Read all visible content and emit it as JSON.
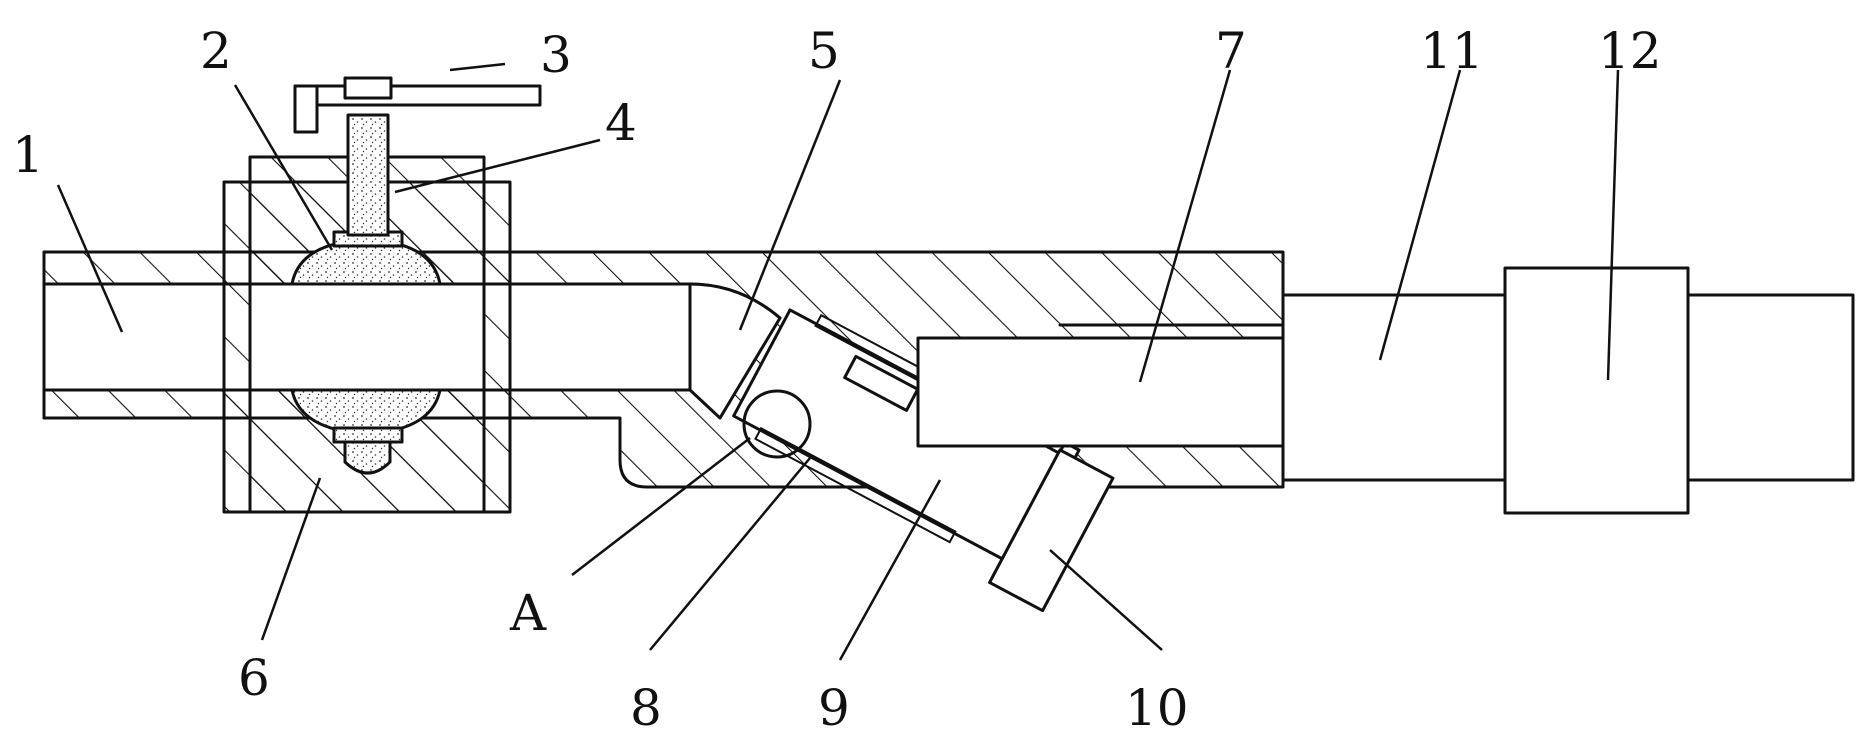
{
  "labels": [
    {
      "id": "1",
      "text": "1"
    },
    {
      "id": "2",
      "text": "2"
    },
    {
      "id": "3",
      "text": "3"
    },
    {
      "id": "4",
      "text": "4"
    },
    {
      "id": "5",
      "text": "5"
    },
    {
      "id": "6",
      "text": "6"
    },
    {
      "id": "7",
      "text": "7"
    },
    {
      "id": "8",
      "text": "8"
    },
    {
      "id": "9",
      "text": "9"
    },
    {
      "id": "10",
      "text": "10"
    },
    {
      "id": "11",
      "text": "11"
    },
    {
      "id": "12",
      "text": "12"
    },
    {
      "id": "A",
      "text": "A"
    }
  ],
  "colors": {
    "line": "#111111",
    "background": "#ffffff"
  }
}
